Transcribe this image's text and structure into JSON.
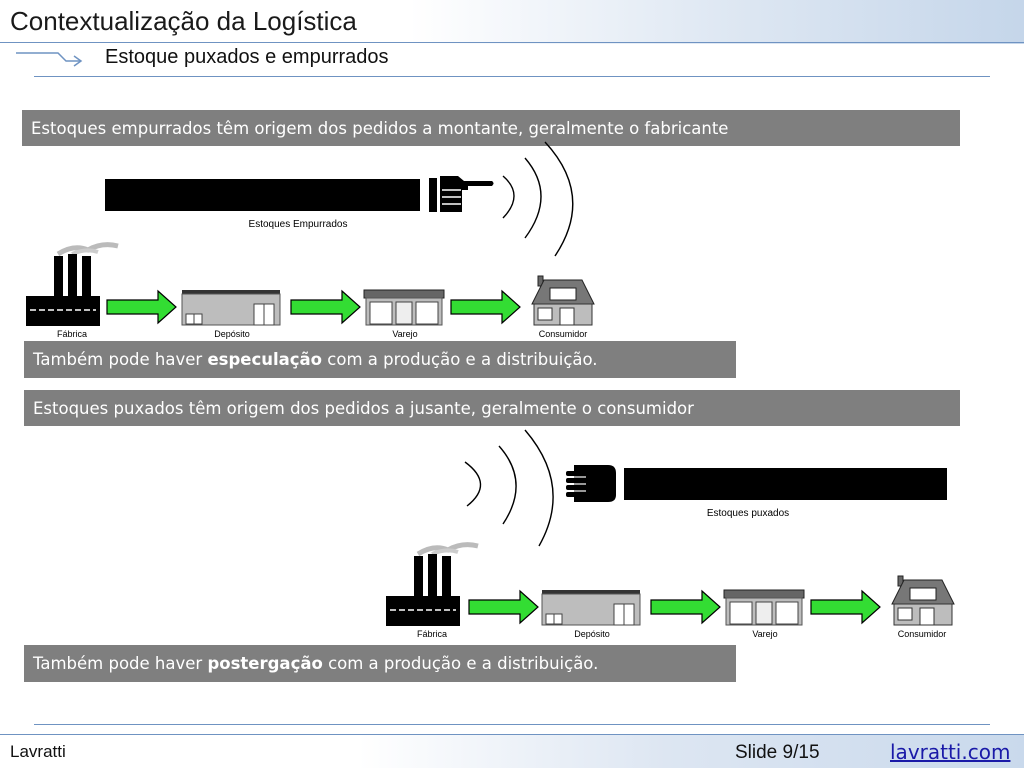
{
  "header": {
    "title": "Contextualização da Logística",
    "subtitle": "Estoque puxados e empurrados"
  },
  "section1": {
    "banner": "Estoques empurrados têm origem dos pedidos a montante, geralmente o fabricante",
    "bar_caption": "Estoques Empurrados",
    "chain": [
      "Fábrica",
      "Depósito",
      "Varejo",
      "Consumidor"
    ],
    "note_prefix": "Também pode haver ",
    "note_bold": "especulação",
    "note_suffix": " com a produção e a distribuição."
  },
  "section2": {
    "banner": "Estoques puxados têm origem dos pedidos a jusante, geralmente o consumidor",
    "bar_caption": "Estoques puxados",
    "chain": [
      "Fábrica",
      "Depósito",
      "Varejo",
      "Consumidor"
    ],
    "note_prefix": "Também pode haver ",
    "note_bold": "postergação",
    "note_suffix": " com a produção e a distribuição."
  },
  "footer": {
    "author": "Lavratti",
    "slide": "Slide 9/15",
    "link": "lavratti.com"
  },
  "colors": {
    "banner_bg": "#7f7f7f",
    "accent_line": "#6f93c2",
    "flow_arrow": "#33dd33",
    "link": "#1a1aa8"
  },
  "icons": [
    "pointing-hand-icon",
    "fist-hand-icon",
    "factory-icon",
    "warehouse-icon",
    "shop-icon",
    "house-icon",
    "signal-waves-icon",
    "flow-arrow-icon"
  ]
}
